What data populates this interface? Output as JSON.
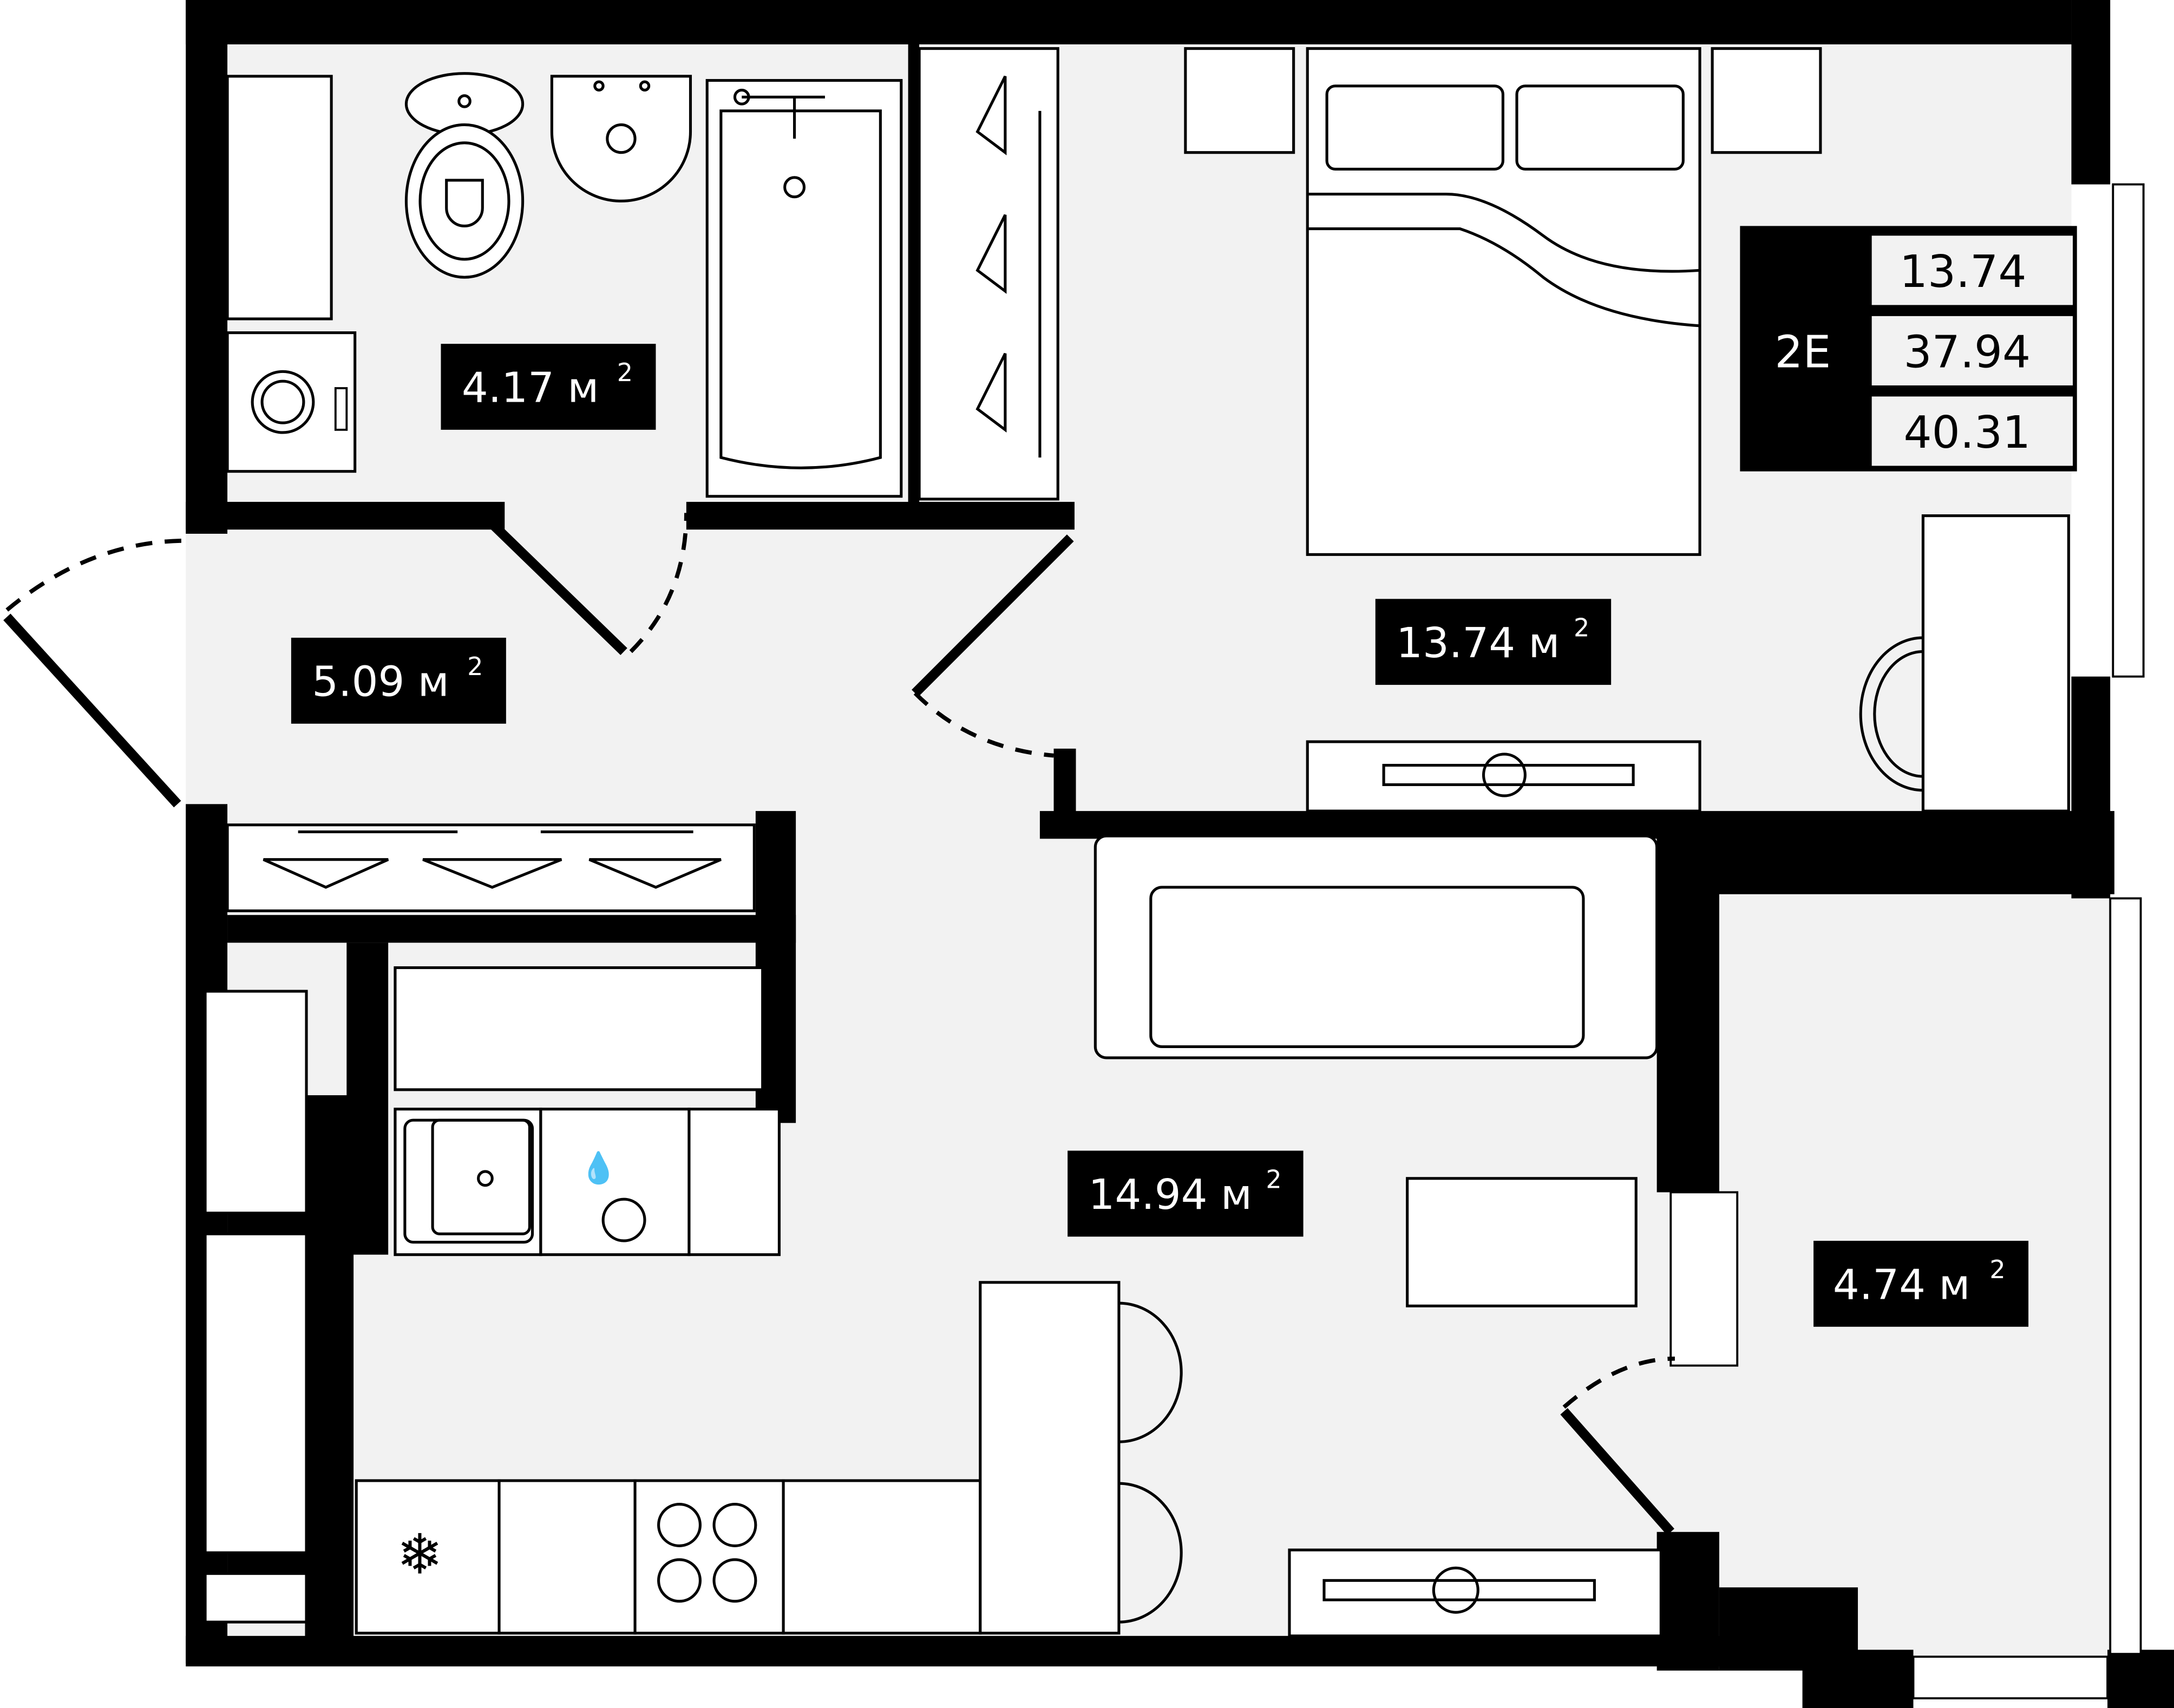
{
  "plan": {
    "unit_code": "2E",
    "summary_values": [
      "13.74",
      "37.94",
      "40.31"
    ],
    "unit": "м",
    "unit_superscript": "2",
    "rooms": [
      {
        "id": "bathroom",
        "area": "4.17"
      },
      {
        "id": "hallway",
        "area": "5.09"
      },
      {
        "id": "bedroom",
        "area": "13.74"
      },
      {
        "id": "kitchen-living",
        "area": "14.94"
      },
      {
        "id": "balcony",
        "area": "4.74"
      }
    ],
    "colors": {
      "wall": "#000000",
      "floor": "#f2f2f2",
      "furniture": "#ffffff"
    }
  }
}
